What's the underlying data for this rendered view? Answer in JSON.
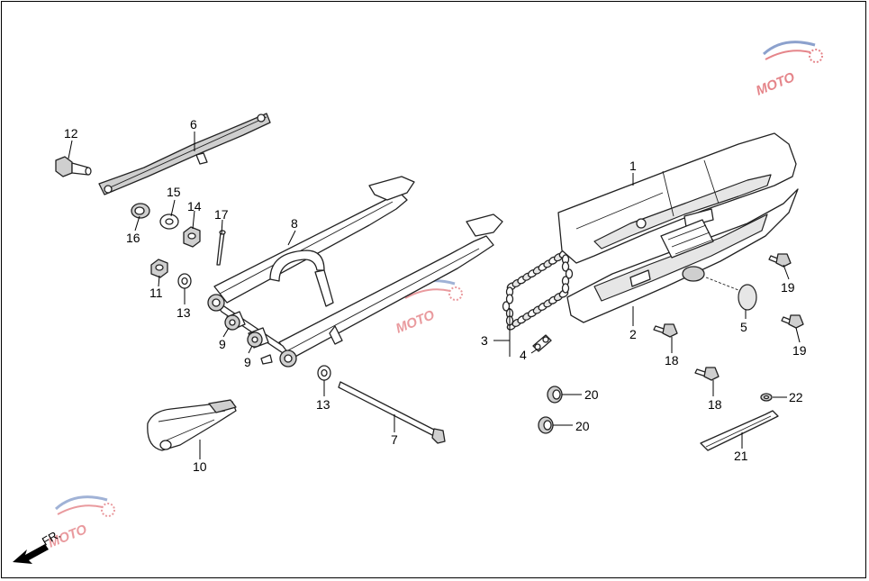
{
  "diagram": {
    "callouts": {
      "c1": "1",
      "c2": "2",
      "c3": "3",
      "c4": "4",
      "c5": "5",
      "c6": "6",
      "c7": "7",
      "c8": "8",
      "c9a": "9",
      "c9b": "9",
      "c10": "10",
      "c11": "11",
      "c12": "12",
      "c13a": "13",
      "c13b": "13",
      "c14": "14",
      "c15": "15",
      "c16": "16",
      "c17": "17",
      "c18a": "18",
      "c18b": "18",
      "c19a": "19",
      "c19b": "19",
      "c20a": "20",
      "c20b": "20",
      "c21": "21",
      "c22": "22"
    },
    "direction_label": "FR.",
    "watermark": {
      "text": "MOTO",
      "accent": "#d0222b",
      "secondary": "#2f56a5"
    }
  }
}
